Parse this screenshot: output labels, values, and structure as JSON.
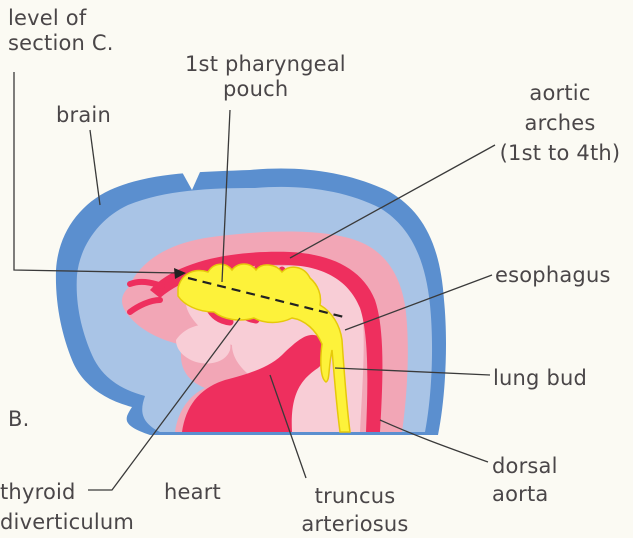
{
  "figure": {
    "panel_label": "B."
  },
  "labels": {
    "level_of_section": [
      "level of",
      "section C."
    ],
    "brain": "brain",
    "pharyngeal_pouch": [
      "1st pharyngeal",
      "pouch"
    ],
    "aortic_arches": [
      "aortic",
      "arches",
      "(1st to 4th)"
    ],
    "esophagus": "esophagus",
    "lung_bud": "lung bud",
    "dorsal_aorta": [
      "dorsal",
      "aorta"
    ],
    "thyroid_diverticulum": [
      "thyroid",
      "diverticulum"
    ],
    "heart": "heart",
    "truncus_arteriosus": [
      "truncus",
      "arteriosus"
    ]
  },
  "colors": {
    "background": "#fbfaf3",
    "brain_blue": "#5b8fcf",
    "brain_light": "#a9c4e6",
    "mesoderm_pink": "#f2a6b6",
    "pale_pink": "#f8cdd6",
    "vessel_red": "#ee2f5e",
    "endoderm_yellow": "#fdf23a",
    "line": "#3a3a3a",
    "text": "#4a4648"
  }
}
